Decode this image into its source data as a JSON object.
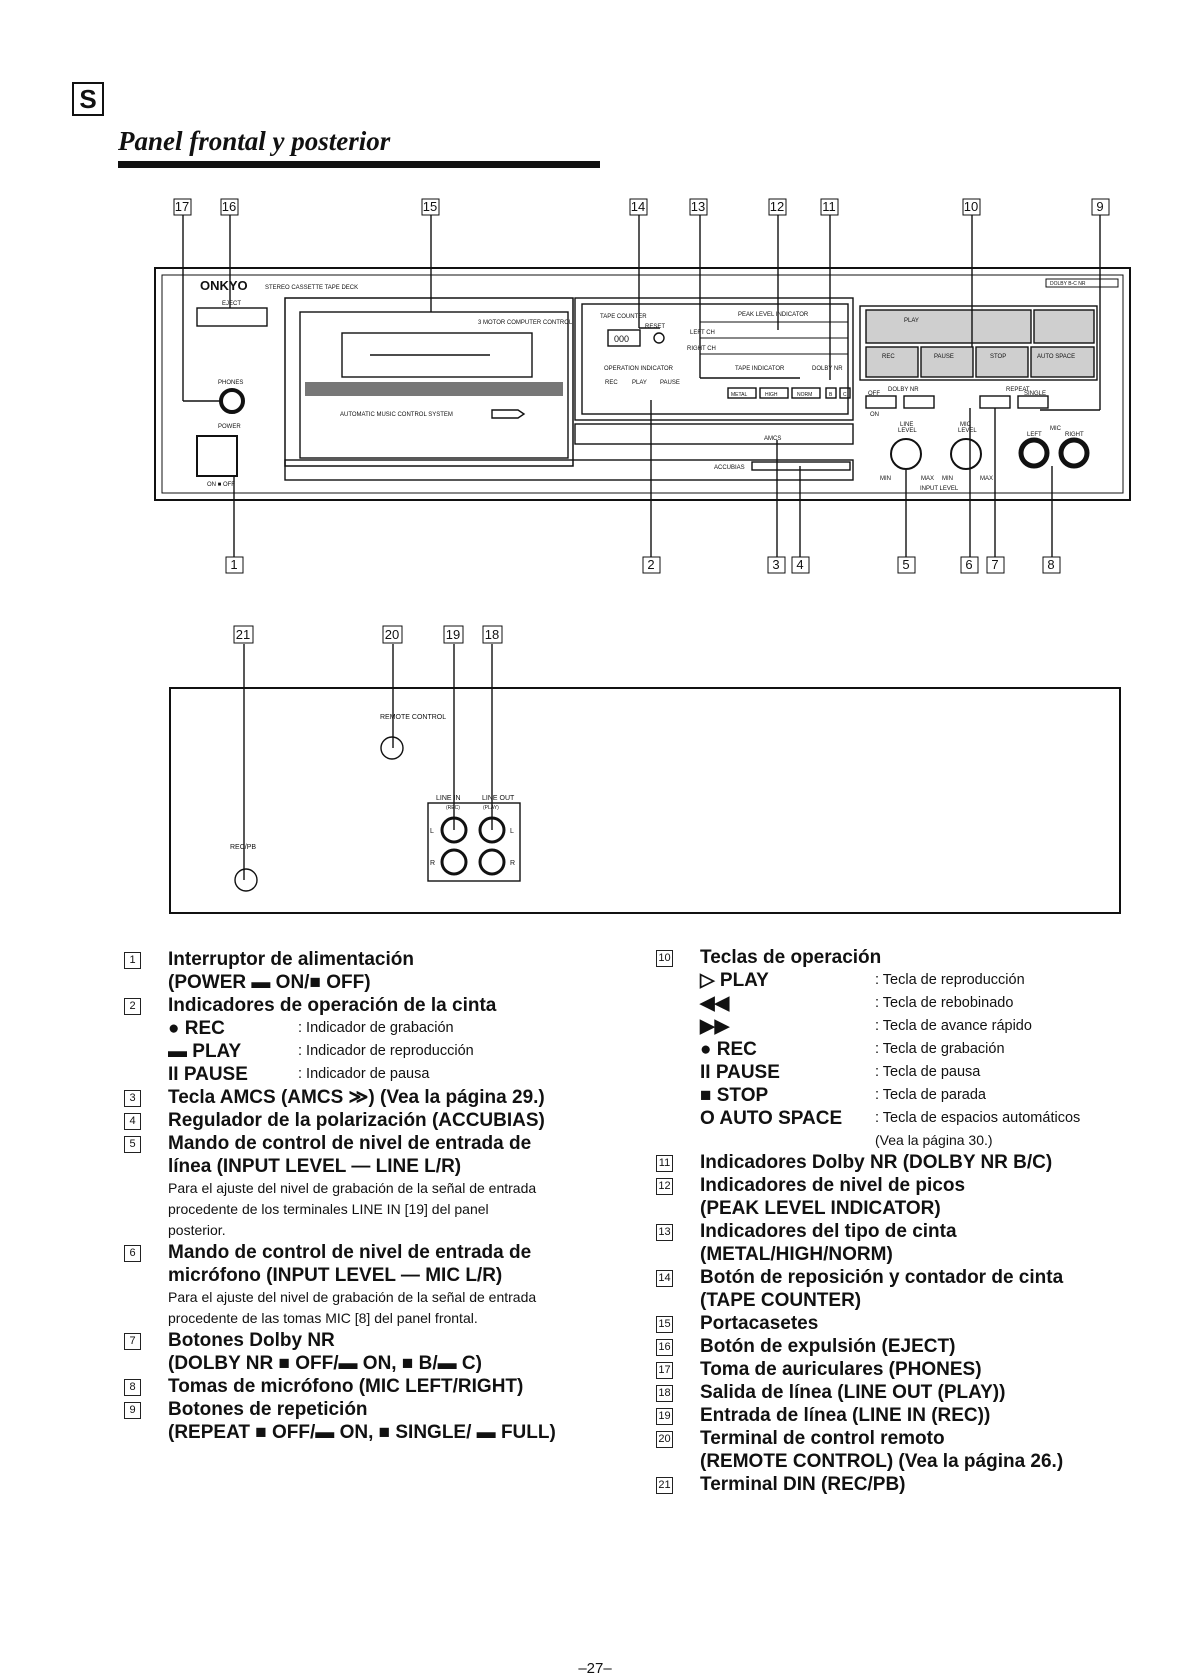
{
  "header": {
    "lang": "S",
    "title": "Panel frontal y posterior"
  },
  "front_panel": {
    "brand": "ONKYO",
    "model_text": "STEREO CASSETTE TAPE DECK",
    "eject": "EJECT",
    "phones": "PHONES",
    "power": "POWER",
    "power_switch": "ON ■ OFF",
    "tape_counter": "TAPE COUNTER",
    "reset": "RESET",
    "counter_value": "000",
    "peak_level": "PEAK LEVEL INDICATOR",
    "left_ch": "LEFT CH",
    "right_ch": "RIGHT CH",
    "op_indicator": "OPERATION INDICATOR",
    "rec_ind": "REC",
    "play_ind": "PLAY",
    "pause_ind": "PAUSE",
    "tape_indicator": "TAPE INDICATOR",
    "dolby_nr_ind": "DOLBY NR",
    "metal": "METAL",
    "high": "HIGH",
    "norm": "NORM",
    "b": "B",
    "c": "C",
    "computer_control": "3 MOTOR COMPUTER CONTROL",
    "amms": "AUTOMATIC MUSIC CONTROL SYSTEM",
    "amcs": "AMCS",
    "accubias": "ACCUBIAS",
    "play_key": "PLAY",
    "rec_key": "REC",
    "pause_key": "PAUSE",
    "stop_key": "STOP",
    "auto_space_key": "AUTO SPACE",
    "dolby_nr": "DOLBY NR",
    "repeat": "REPEAT",
    "single": "SINGLE",
    "off": "OFF",
    "on": "ON",
    "line": "LINE",
    "mic": "MIC",
    "level": "LEVEL",
    "min": "MIN",
    "max": "MAX",
    "input_level": "INPUT LEVEL",
    "left": "LEFT",
    "right": "RIGHT",
    "dolby_badge": "DOLBY B-C NR"
  },
  "rear_panel": {
    "remote_control": "REMOTE CONTROL",
    "line_in": "LINE IN",
    "line_out": "LINE OUT",
    "rec": "(REC)",
    "play": "(PLAY)",
    "l": "L",
    "r": "R",
    "rec_pb": "REC/PB"
  },
  "callouts": {
    "top": [
      "17",
      "16",
      "15",
      "14",
      "13",
      "12",
      "11",
      "10",
      "9"
    ],
    "bottom": [
      "1",
      "2",
      "3",
      "4",
      "5",
      "6",
      "7",
      "8"
    ],
    "rear": [
      "21",
      "20",
      "19",
      "18"
    ]
  },
  "left_list": [
    {
      "n": "1",
      "title": "Interruptor de alimentación",
      "title2": "(POWER ▬ ON/■ OFF)"
    },
    {
      "n": "2",
      "title": "Indicadores de operación de la cinta",
      "rows": [
        {
          "k": "● REC",
          "v": ": Indicador de grabación"
        },
        {
          "k": "▬ PLAY",
          "v": ": Indicador de reproducción"
        },
        {
          "k": "II PAUSE",
          "v": ": Indicador de pausa"
        }
      ]
    },
    {
      "n": "3",
      "title": "Tecla AMCS (AMCS ≫) (Vea la página 29.)"
    },
    {
      "n": "4",
      "title": "Regulador de la polarización (ACCUBIAS)"
    },
    {
      "n": "5",
      "title": "Mando de control de nivel de entrada de",
      "title2": "línea (INPUT LEVEL — LINE L/R)",
      "note": [
        "Para el ajuste del nivel de grabación de la señal de entrada",
        "procedente de los terminales LINE IN [19] del panel",
        "posterior."
      ]
    },
    {
      "n": "6",
      "title": "Mando de control de nivel de entrada de",
      "title2": "micrófono (INPUT LEVEL — MIC L/R)",
      "note": [
        "Para el ajuste del nivel de grabación de la señal de entrada",
        "procedente de las tomas MIC [8] del panel frontal."
      ]
    },
    {
      "n": "7",
      "title": "Botones Dolby NR",
      "title2": "(DOLBY NR ■ OFF/▬ ON, ■ B/▬ C)"
    },
    {
      "n": "8",
      "title": "Tomas de micrófono (MIC LEFT/RIGHT)"
    },
    {
      "n": "9",
      "title": "Botones de repetición",
      "title2": "(REPEAT ■ OFF/▬ ON, ■ SINGLE/ ▬ FULL)"
    }
  ],
  "right_list": [
    {
      "n": "10",
      "title": "Teclas de operación",
      "rows": [
        {
          "k": "▷ PLAY",
          "v": ": Tecla de reproducción"
        },
        {
          "k": "◀◀",
          "v": ": Tecla de rebobinado"
        },
        {
          "k": "▶▶",
          "v": ": Tecla de avance rápido"
        },
        {
          "k": "● REC",
          "v": ": Tecla de grabación"
        },
        {
          "k": "II PAUSE",
          "v": ": Tecla de pausa"
        },
        {
          "k": "■ STOP",
          "v": ": Tecla de parada"
        },
        {
          "k": "O AUTO SPACE",
          "v": ": Tecla de espacios automáticos"
        }
      ],
      "note": [
        "(Vea la página 30.)"
      ]
    },
    {
      "n": "11",
      "title": "Indicadores Dolby NR (DOLBY NR B/C)"
    },
    {
      "n": "12",
      "title": "Indicadores de nivel de picos",
      "title2": "(PEAK LEVEL INDICATOR)"
    },
    {
      "n": "13",
      "title": "Indicadores del tipo de cinta",
      "title2": "(METAL/HIGH/NORM)"
    },
    {
      "n": "14",
      "title": "Botón de reposición y contador de cinta",
      "title2": "(TAPE COUNTER)"
    },
    {
      "n": "15",
      "title": "Portacasetes"
    },
    {
      "n": "16",
      "title": "Botón de expulsión (EJECT)"
    },
    {
      "n": "17",
      "title": "Toma de auriculares (PHONES)"
    },
    {
      "n": "18",
      "title": "Salida de línea (LINE OUT (PLAY))"
    },
    {
      "n": "19",
      "title": "Entrada de línea (LINE IN (REC))"
    },
    {
      "n": "20",
      "title": "Terminal de control remoto",
      "title2": "(REMOTE CONTROL) (Vea la página 26.)"
    },
    {
      "n": "21",
      "title": "Terminal DIN (REC/PB)"
    }
  ],
  "footer": {
    "page": "–27–"
  }
}
